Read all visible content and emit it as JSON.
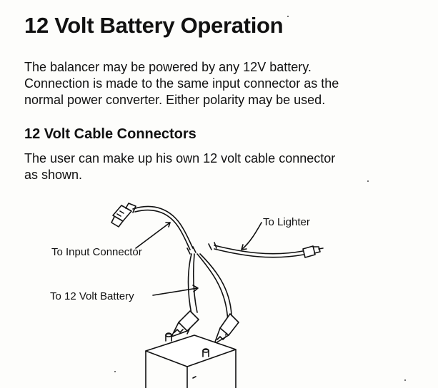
{
  "document": {
    "title": "12 Volt Battery Operation",
    "intro_lines": [
      "The balancer may be powered by any 12V battery.",
      "Connection is made to the same input connector as the",
      "normal power converter. Either polarity may be used."
    ],
    "section_heading": "12 Volt Cable Connectors",
    "section_lines": [
      "The user can make up his own 12 volt cable connector",
      "as shown."
    ]
  },
  "diagram": {
    "label_lighter": "To Lighter",
    "label_input": "To Input Connector",
    "label_battery": "To 12 Volt Battery",
    "icons": [
      "input-connector-plug-icon",
      "lighter-plug-icon",
      "alligator-clip-icon",
      "battery-icon"
    ]
  }
}
